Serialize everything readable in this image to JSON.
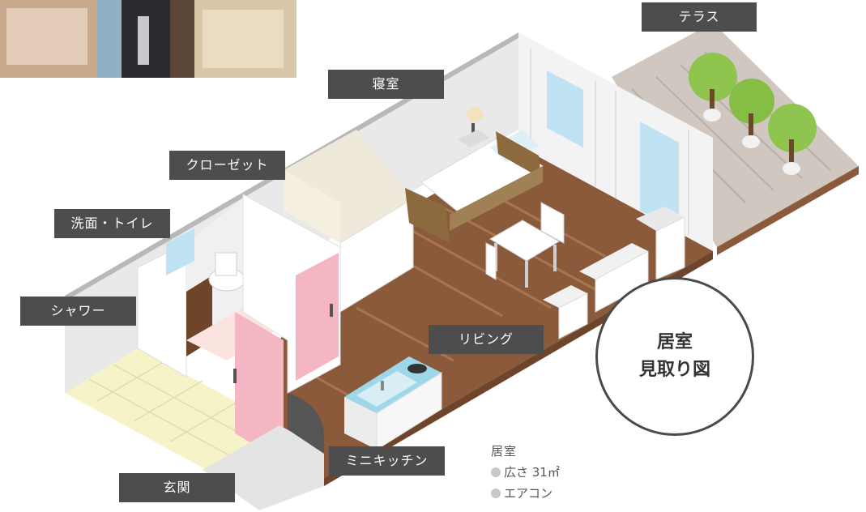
{
  "labels": {
    "terrace": "テラス",
    "bedroom": "寝室",
    "closet": "クローゼット",
    "washroom": "洗面・トイレ",
    "shower": "シャワー",
    "living": "リビング",
    "kitchen": "ミニキッチン",
    "entrance": "玄関"
  },
  "badge": {
    "line1": "居室",
    "line2": "見取り図"
  },
  "info": {
    "title": "居室",
    "items": [
      "広さ 31㎡",
      "エアコン"
    ]
  },
  "colors": {
    "label_bg": "#4d4d4d",
    "floor_wood": "#8a5a3b",
    "deck": "#c9c0b8",
    "bathroom_door": "#f4b6c2",
    "tile": "#f7f3c8",
    "window": "#bfe3f2"
  }
}
